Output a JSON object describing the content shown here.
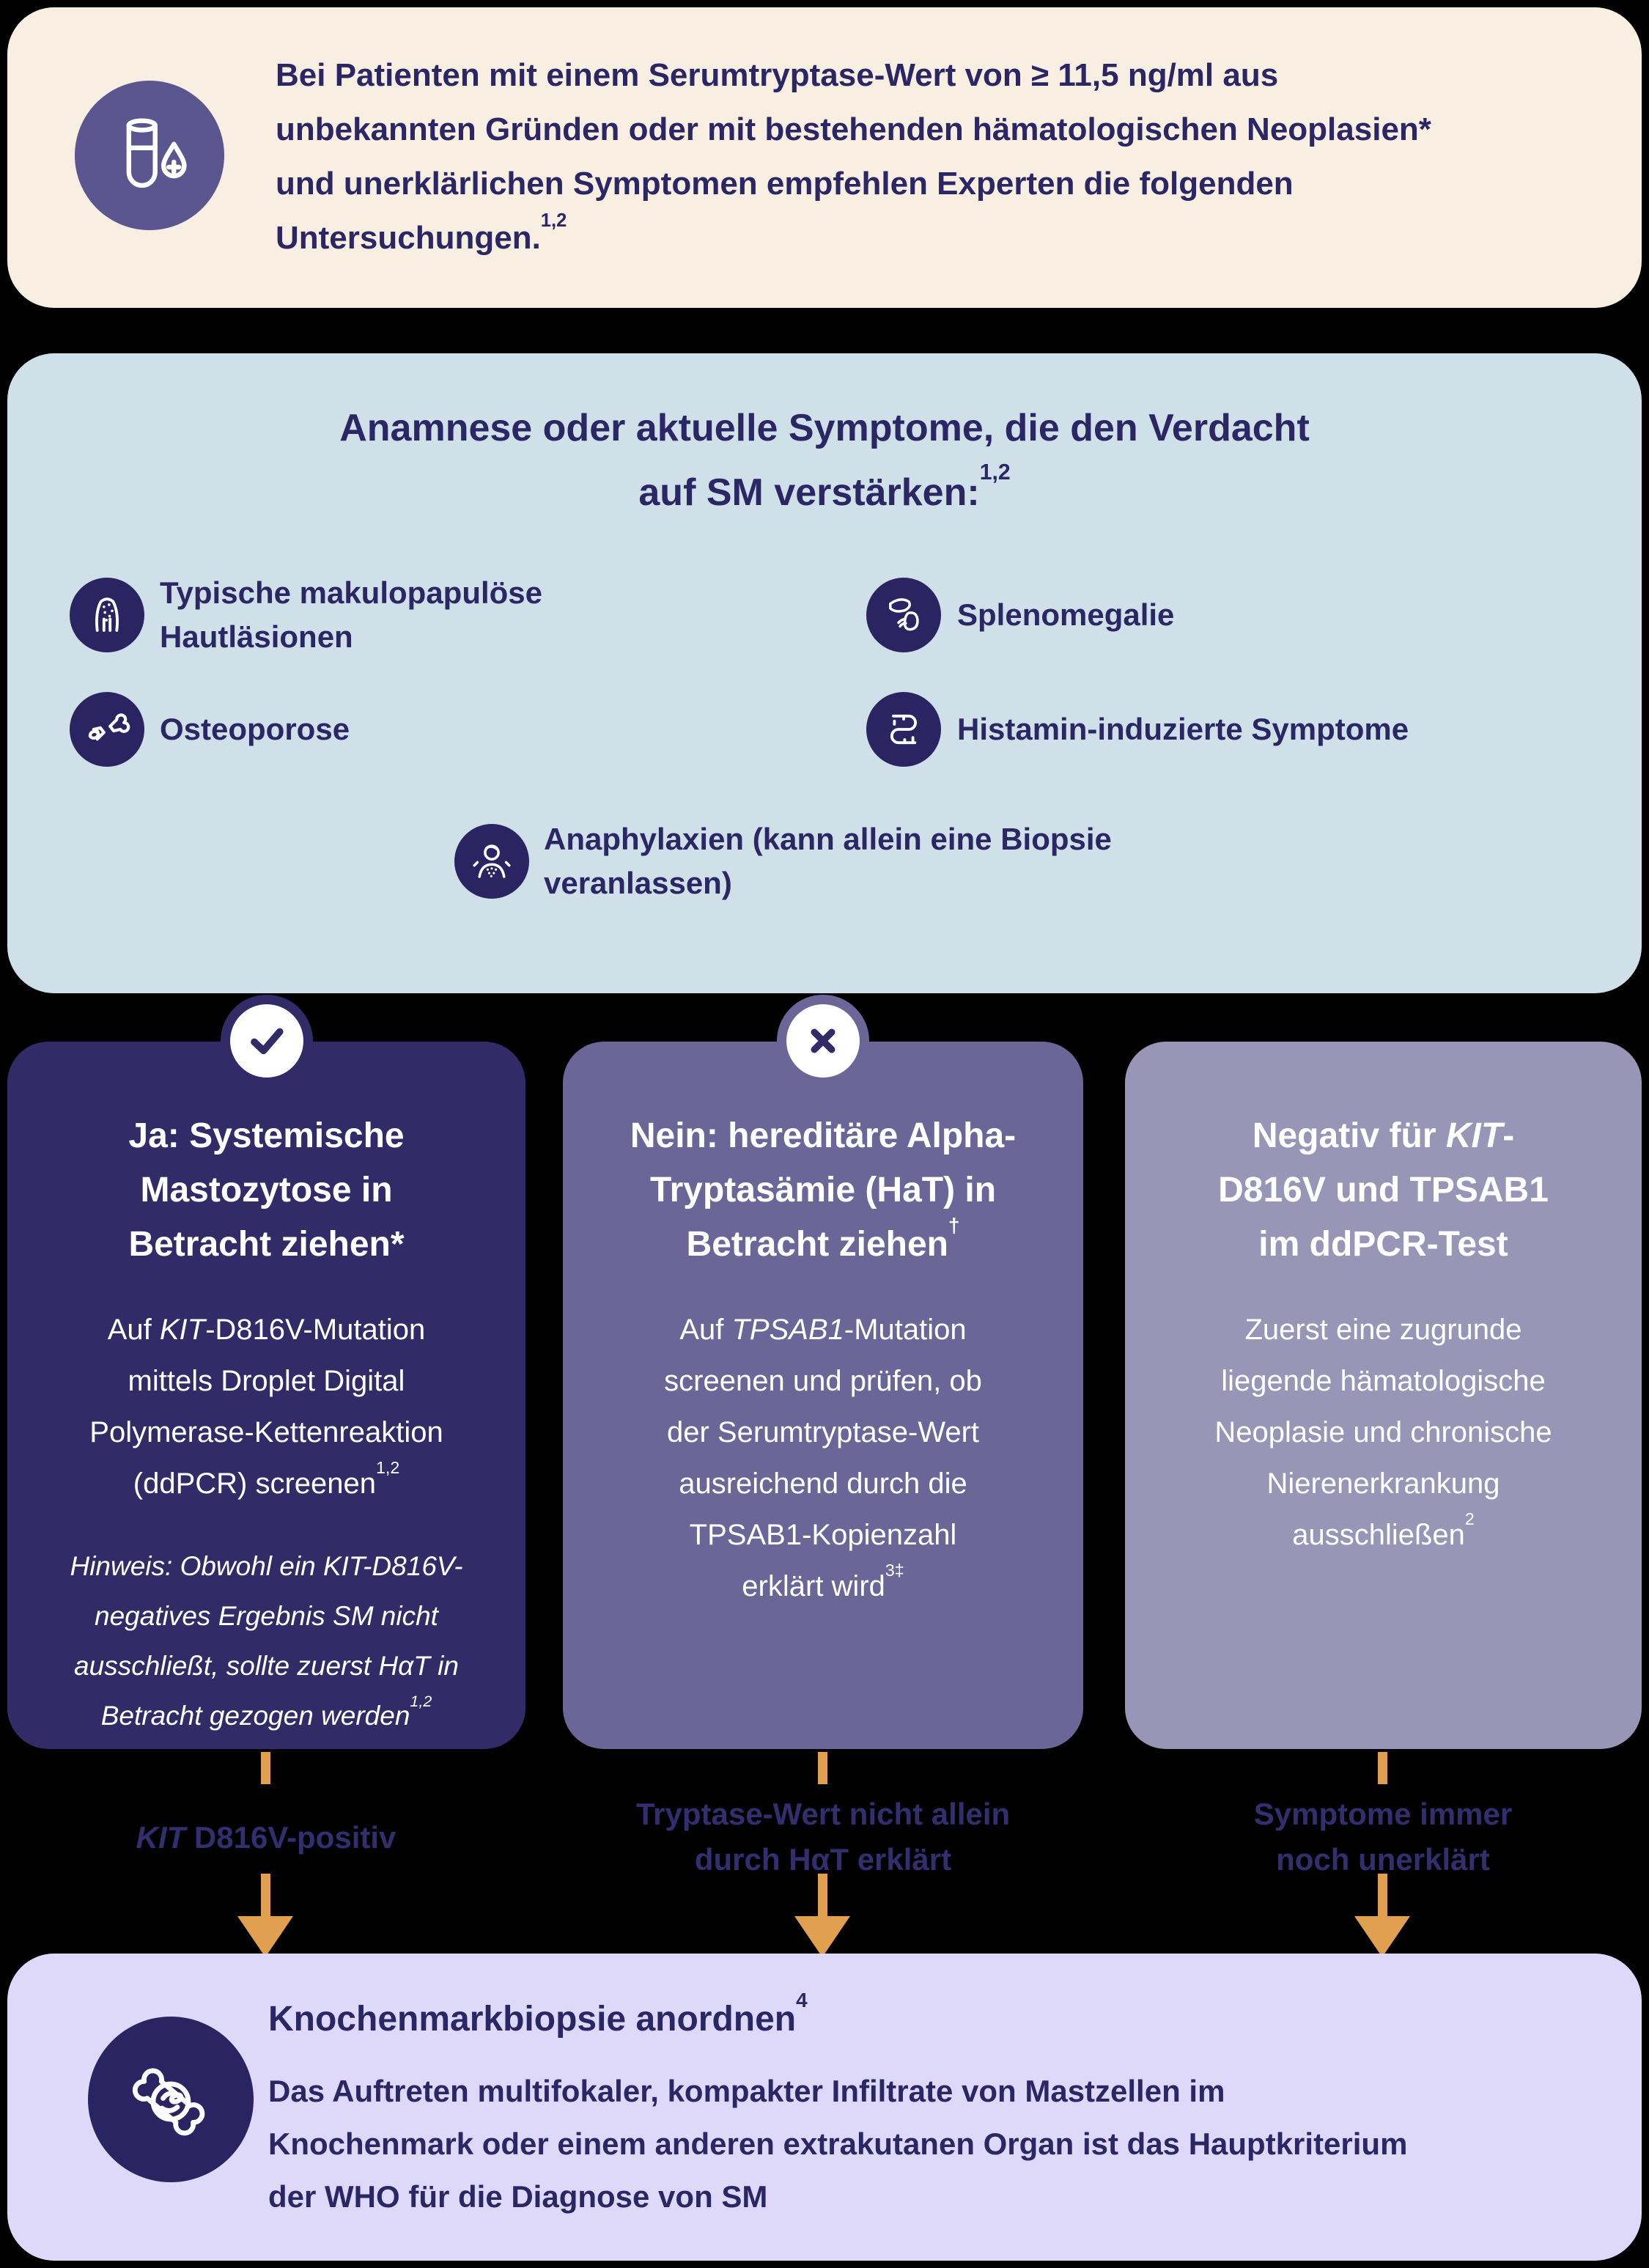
{
  "palette": {
    "background": "#000000",
    "intro_bg": "#f8efe2",
    "intro_icon_circle": "#5b5590",
    "suspicion_bg": "#cfe0e9",
    "navy_text": "#2b2664",
    "icon_circle": "#2a2462",
    "column_yes_bg": "#332b68",
    "column_no_bg": "#6b6697",
    "column_negative_bg": "#9995b7",
    "conclusion_bg": "#ded9f8",
    "arrow_orange": "#e1a04f",
    "text_on_dark": "#ffffff"
  },
  "intro": {
    "icon": "test-tube-icon",
    "text": "Bei Patienten mit einem Serumtryptase-Wert von ≥ 11,5 ng/ml aus\nunbekannten Gründen oder mit bestehenden hämatologischen Neoplasien*\nund unerklärlichen Symptomen empfehlen Experten die folgenden\nUntersuchungen.^1,2^"
  },
  "suspicion": {
    "heading": "Anamnese oder aktuelle Symptome, die den Verdacht\nauf SM verstärken:^1,2^",
    "symptoms": [
      {
        "icon": "skin-lesions-body-icon",
        "label": "Typische makulopapulöse\nHautläsionen"
      },
      {
        "icon": "spleen-icon",
        "label": "Splenomegalie"
      },
      {
        "icon": "broken-bone-icon",
        "label": "Osteoporose"
      },
      {
        "icon": "intestine-icon",
        "label": "Histamin-induzierte Symptome"
      },
      {
        "icon": "anaphylaxis-person-icon",
        "label": "Anaphylaxien (kann allein eine Biopsie\nveranlassen)"
      }
    ]
  },
  "columns": [
    {
      "badge_icon": "check-icon",
      "title": "Ja: Systemische\nMastozytose in\nBetracht ziehen*",
      "body": "Auf *KIT*-D816V-Mutation\nmittels Droplet Digital\nPolymerase-Kettenreaktion\n(ddPCR) screenen^1,2^",
      "note": "Hinweis: Obwohl ein KIT-D816V-\nnegatives Ergebnis SM nicht\nausschließt, sollte zuerst HαT in\nBetracht gezogen werden^1,2^",
      "outcome_label": "*KIT* D816V-positiv"
    },
    {
      "badge_icon": "x-icon",
      "title": "Nein: hereditäre Alpha-\nTryptasämie (HaT) in\nBetracht ziehen^†^",
      "body": "Auf *TPSAB1*-Mutation\nscreenen und prüfen, ob\nder Serumtryptase-Wert\nausreichend durch die\nTPSAB1-Kopienzahl\nerklärt wird^3‡^",
      "outcome_label": "Tryptase-Wert nicht allein\ndurch HαT erklärt"
    },
    {
      "badge_icon": null,
      "title": "Negativ für *KIT*-\nD816V und TPSAB1\nim ddPCR-Test",
      "body": "Zuerst eine zugrunde\nliegende hämatologische\nNeoplasie und chronische\nNierenerkrankung\nausschließen^2^",
      "outcome_label": "Symptome immer\nnoch unerklärt"
    }
  ],
  "conclusion": {
    "icon": "bone-biopsy-icon",
    "title": "Knochenmarkbiopsie anordnen^4^",
    "body": "Das Auftreten multifokaler, kompakter Infiltrate von Mastzellen im\nKnochenmark oder einem anderen extrakutanen Organ ist das Hauptkriterium\nder WHO für die Diagnose von SM"
  }
}
